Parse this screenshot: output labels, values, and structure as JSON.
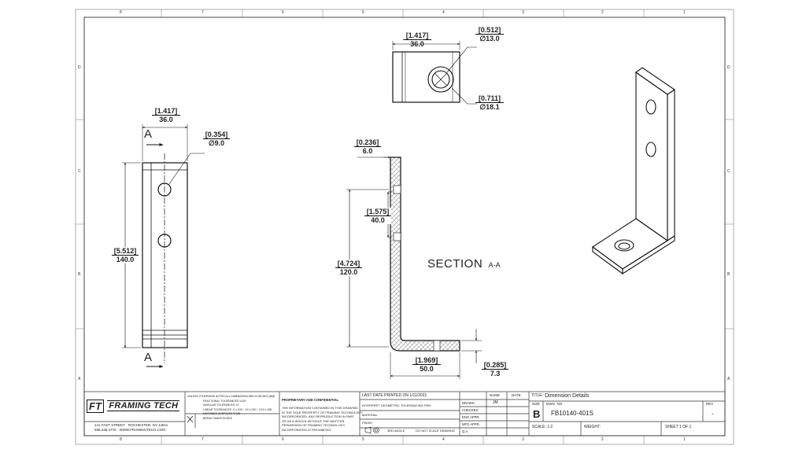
{
  "zones": {
    "columns": [
      "8",
      "7",
      "6",
      "5",
      "4",
      "3",
      "2",
      "1"
    ],
    "rows": [
      "D",
      "C",
      "B",
      "A"
    ]
  },
  "front_view": {
    "width_in": "[1.417]",
    "width_mm": "36.0",
    "hole_in": "[0.354]",
    "hole_mm": "∅9.0",
    "height_in": "[5.512]",
    "height_mm": "140.0",
    "section_mark": "A"
  },
  "top_view": {
    "width_in": "[1.417]",
    "width_mm": "36.0",
    "hole_in": "[0.512]",
    "hole_mm": "∅13.0",
    "cbore_in": "[0.711]",
    "cbore_mm": "∅18.1"
  },
  "section_view": {
    "thickness_in": "[0.236]",
    "thickness_mm": "6.0",
    "slot_in": "[1.575]",
    "slot_mm": "40.0",
    "height_in": "[4.724]",
    "height_mm": "120.0",
    "base_in": "[1.969]",
    "base_mm": "50.0",
    "lip_in": "[0.285]",
    "lip_mm": "7.3",
    "label": "SECTION",
    "label_suffix": "A-A"
  },
  "title_block": {
    "logo": "FRAMING TECH",
    "address_line1": "141 FAST STREET · ROCHESTER, NY 14611",
    "address_line2": "585.436.4770 · WWW.FRAMINGTECH.COM",
    "tolerance_rows": [
      "UNLESS OTHERWISE NOTED ALL DIMENSIONS ARE IN INCHES [MM]",
      "FRACTIONAL TOLERANCES ±1/32",
      "ANGULAR TOLERANCES ±1°",
      "LINEAR TOLERANCES .X ±.030 / .XX ±.010 / .XXX ±.005",
      "MACHINED SURFACES ∇ 125",
      "BREAK SHARP EDGES"
    ],
    "proprietary_heading": "PROPRIETARY AND CONFIDENTIAL",
    "proprietary_lines": [
      "THE INFORMATION CONTAINED IN THIS DRAWING",
      "IS THE SOLE PROPERTY OF FRAMING TECHNOLOGY",
      "INCORPORATED. ANY REPRODUCTION IN PART",
      "OR AS A WHOLE WITHOUT THE WRITTEN",
      "PERMISSION OF FRAMING TECHNOLOGY",
      "INCORPORATED IS PROHIBITED."
    ],
    "last_printed": "LAST DATE PRINTED ON 1/11/2021",
    "interpret": "INTERPRET GEOMETRIC TOLERANCING PER:",
    "material": "MATERIAL",
    "finish": "FINISH",
    "third_angle": "3RD ANGLE",
    "no_scale": "DO NOT SCALE DRAWING",
    "name_hdr": "NAME",
    "date_hdr": "DATE",
    "drawn": "DRAWN",
    "drawn_by": "JM",
    "checked": "CHECKED",
    "eng_appr": "ENG APPR.",
    "mfg_appr": "MFG APPR.",
    "qa": "Q.A.",
    "title_label": "TITLE:",
    "title_value": "Dimension Details",
    "size_label": "SIZE",
    "size_value": "B",
    "dwg_label": "DWG. NO.",
    "dwg_value": "FB10140-401S",
    "rev_label": "REV",
    "rev_value": "-",
    "scale": "SCALE: 1:2",
    "weight": "WEIGHT:",
    "sheet": "SHEET 1 OF 1"
  }
}
